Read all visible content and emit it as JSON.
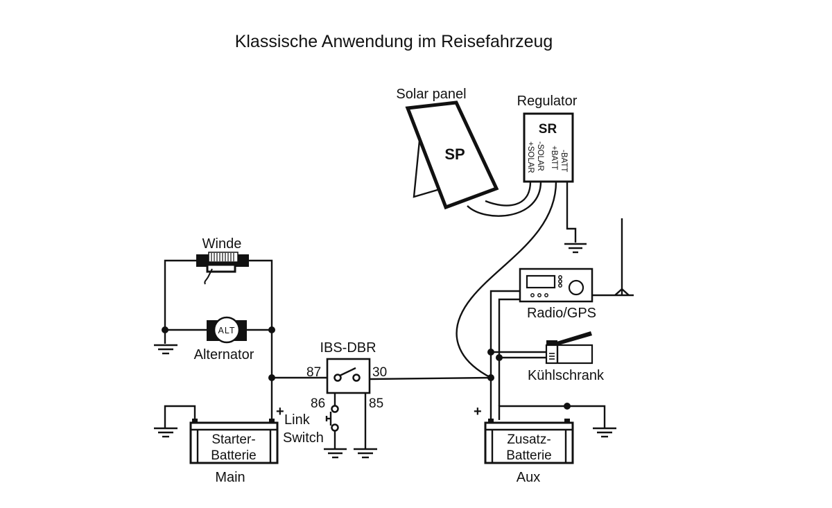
{
  "title": "Klassische Anwendung im Reisefahrzeug",
  "components": {
    "solar_panel": {
      "label": "Solar panel",
      "code": "SP"
    },
    "regulator": {
      "label": "Regulator",
      "code": "SR",
      "terminals": [
        "+SOLAR",
        "-SOLAR",
        "+BATT",
        "-BATT"
      ]
    },
    "winch": {
      "label": "Winde"
    },
    "alternator": {
      "label": "Alternator",
      "code": "ALT"
    },
    "relay": {
      "label": "IBS-DBR",
      "pins": {
        "p87": "87",
        "p30": "30",
        "p86": "86",
        "p85": "85"
      }
    },
    "link_switch": {
      "line1": "Link",
      "line2": "Switch",
      "plus": "+"
    },
    "starter_battery": {
      "line1": "Starter-",
      "line2": "Batterie",
      "caption": "Main"
    },
    "aux_battery": {
      "line1": "Zusatz-",
      "line2": "Batterie",
      "caption": "Aux",
      "plus": "+"
    },
    "radio": {
      "label": "Radio/GPS"
    },
    "fridge": {
      "label": "Kühlschrank"
    }
  }
}
